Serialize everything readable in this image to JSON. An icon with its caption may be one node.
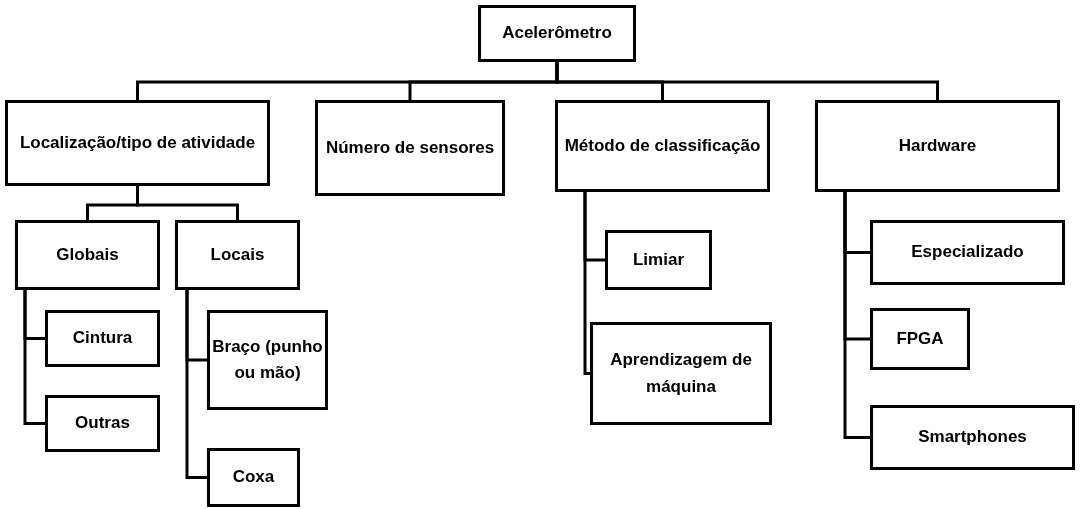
{
  "diagram": {
    "nodes": [
      {
        "text": [
          "Acelerômetro"
        ]
      },
      {
        "text": [
          "Localização/tipo de atividade"
        ]
      },
      {
        "text": [
          "Número de sensores"
        ]
      },
      {
        "text": [
          "Método de classificação"
        ]
      },
      {
        "text": [
          "Hardware"
        ]
      },
      {
        "text": [
          "Globais"
        ]
      },
      {
        "text": [
          "Locais"
        ]
      },
      {
        "text": [
          "Cintura"
        ]
      },
      {
        "text": [
          "Outras"
        ]
      },
      {
        "text": [
          "Braço (punho ou mão)"
        ]
      },
      {
        "text": [
          "Coxa"
        ]
      },
      {
        "text": [
          "Limiar"
        ]
      },
      {
        "text": [
          "Aprendizagem de máquina"
        ]
      },
      {
        "text": [
          "Especializado"
        ]
      },
      {
        "text": [
          "FPGA"
        ]
      },
      {
        "text": [
          "Smartphones"
        ]
      }
    ],
    "edges": [
      {
        "from": 0,
        "to": 1,
        "arrow": "none"
      },
      {
        "from": 0,
        "to": 2,
        "arrow": "none"
      },
      {
        "from": 0,
        "to": 3,
        "arrow": "none"
      },
      {
        "from": 0,
        "to": 4,
        "arrow": "none"
      },
      {
        "from": 1,
        "to": 5,
        "arrow": "none"
      },
      {
        "from": 1,
        "to": 6,
        "arrow": "none"
      },
      {
        "from": 5,
        "to": 7,
        "arrow": "none"
      },
      {
        "from": 5,
        "to": 8,
        "arrow": "none"
      },
      {
        "from": 6,
        "to": 9,
        "arrow": "none"
      },
      {
        "from": 6,
        "to": 10,
        "arrow": "none"
      },
      {
        "from": 3,
        "to": 11,
        "arrow": "none"
      },
      {
        "from": 3,
        "to": 12,
        "arrow": "none"
      },
      {
        "from": 4,
        "to": 13,
        "arrow": "none"
      },
      {
        "from": 4,
        "to": 14,
        "arrow": "none"
      },
      {
        "from": 4,
        "to": 15,
        "arrow": "none"
      }
    ]
  }
}
